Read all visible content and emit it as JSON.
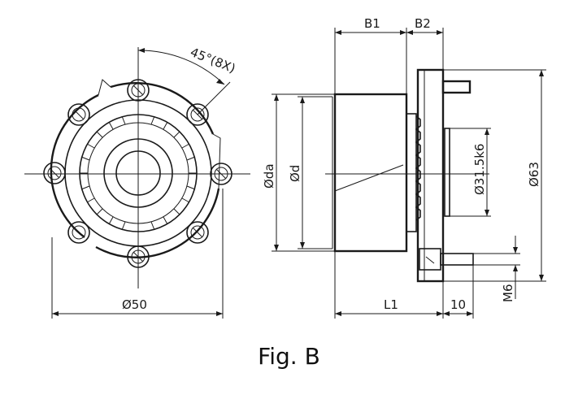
{
  "figure": {
    "caption": "Fig. B",
    "front_view": {
      "angle_label": "45°(8X)",
      "diameter_label": "Ø50"
    },
    "side_view": {
      "b1_label": "B1",
      "b2_label": "B2",
      "da_label": "Øda",
      "d_label": "Ød",
      "shaft_label": "Ø31.5k6",
      "outer_label": "Ø63",
      "l1_label": "L1",
      "depth_label": "10",
      "thread_label": "M6"
    }
  }
}
